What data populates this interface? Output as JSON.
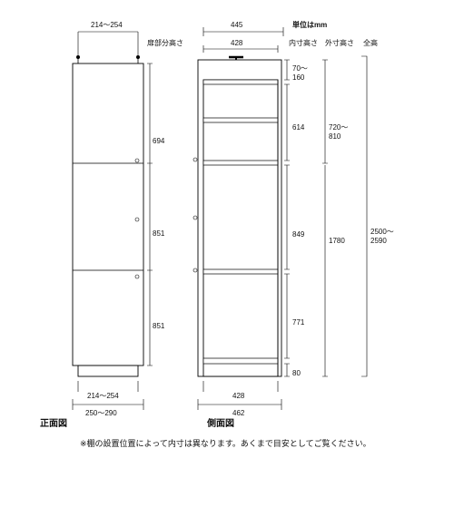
{
  "header": {
    "unit": "単位はmm",
    "col_inner": "内寸高さ",
    "col_outer": "外寸高さ",
    "col_total": "全高",
    "col_door": "扉部分高さ"
  },
  "front_view": {
    "label": "正面図",
    "top_width": "214〜254",
    "inner_width": "214〜254",
    "outer_width": "250〜290",
    "door_heights": [
      "694",
      "851",
      "851"
    ]
  },
  "side_view": {
    "label": "側面図",
    "top_depth": "445",
    "top_inner_depth": "428",
    "bottom_inner_depth": "428",
    "bottom_outer_depth": "462",
    "inner_heights": [
      "70〜\n160",
      "614",
      "849",
      "771",
      "80"
    ],
    "outer_heights": [
      "720〜\n810",
      "1780"
    ],
    "total_height": "2500〜\n2590"
  },
  "note": "※棚の設置位置によって内寸は異なります。あくまで目安としてご覧ください。"
}
